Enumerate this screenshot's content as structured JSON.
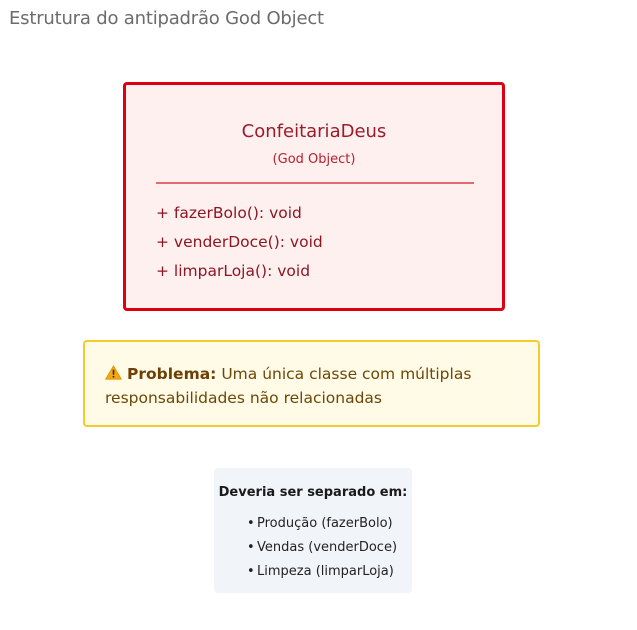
{
  "page": {
    "title": "Estrutura do antipadrão God Object"
  },
  "class_box": {
    "name": "ConfeitariaDeus",
    "stereotype": "(God Object)",
    "methods": [
      "+ fazerBolo(): void",
      "+ venderDoce(): void",
      "+ limparLoja(): void"
    ],
    "border_color": "#dd0010",
    "fill_color": "#fff0f0"
  },
  "warning": {
    "icon": "warning-icon",
    "label": "Problema:",
    "text": "Uma única classe com múltiplas responsabilidades não relacionadas",
    "border_color": "#f4cc2c",
    "fill_color": "#fffbe6"
  },
  "split": {
    "title": "Deveria ser separado em:",
    "bullet": "•",
    "items": [
      "Produção (fazerBolo)",
      "Vendas (venderDoce)",
      "Limpeza (limparLoja)"
    ]
  }
}
